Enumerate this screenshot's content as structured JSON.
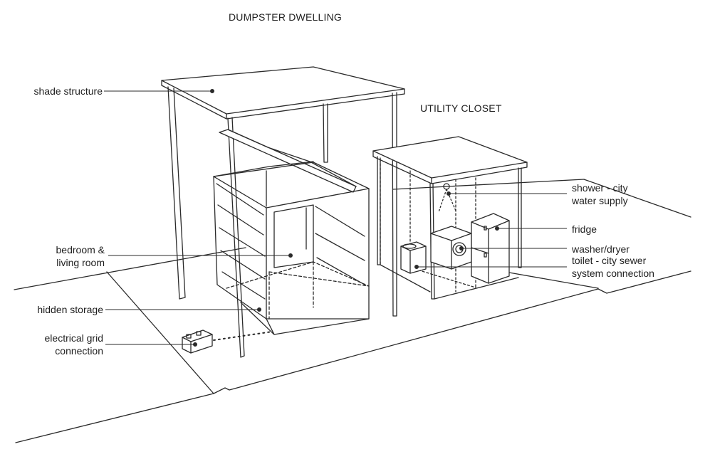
{
  "titles": {
    "dumpster": "DUMPSTER DWELLING",
    "utility": "UTILITY CLOSET"
  },
  "labels": {
    "shade": [
      "shade structure"
    ],
    "bedroom": [
      "bedroom &",
      "living room"
    ],
    "storage": [
      "hidden storage"
    ],
    "grid": [
      "electrical grid",
      "connection"
    ],
    "shower": [
      "shower - city",
      "water supply"
    ],
    "fridge": [
      "fridge"
    ],
    "washer": [
      "washer/dryer"
    ],
    "toilet": [
      "toilet - city sewer",
      "system connection"
    ]
  }
}
